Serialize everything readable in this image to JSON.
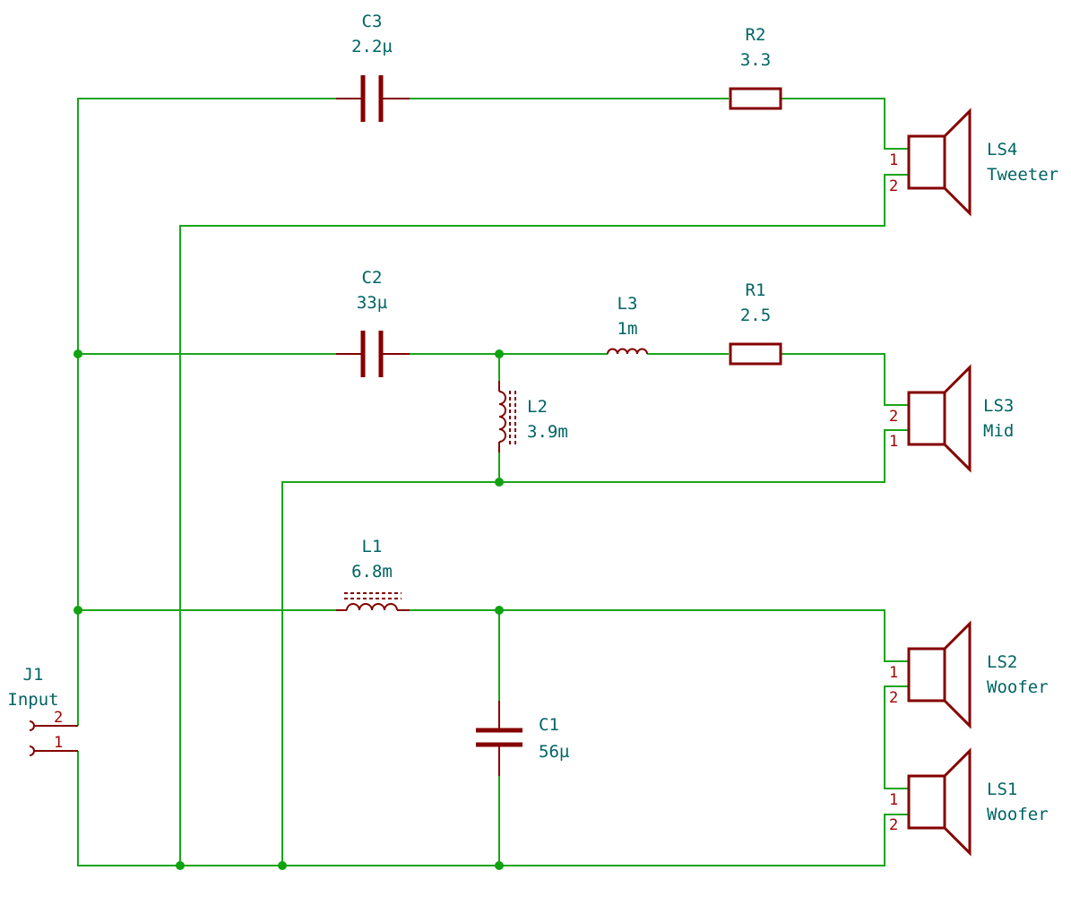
{
  "components": {
    "C3": {
      "ref": "C3",
      "value": "2.2µ"
    },
    "R2": {
      "ref": "R2",
      "value": "3.3"
    },
    "C2": {
      "ref": "C2",
      "value": "33µ"
    },
    "L3": {
      "ref": "L3",
      "value": "1m"
    },
    "R1": {
      "ref": "R1",
      "value": "2.5"
    },
    "L2": {
      "ref": "L2",
      "value": "3.9m"
    },
    "L1": {
      "ref": "L1",
      "value": "6.8m"
    },
    "C1": {
      "ref": "C1",
      "value": "56µ"
    },
    "J1": {
      "ref": "J1",
      "value": "Input"
    },
    "LS4": {
      "ref": "LS4",
      "value": "Tweeter"
    },
    "LS3": {
      "ref": "LS3",
      "value": "Mid"
    },
    "LS2": {
      "ref": "LS2",
      "value": "Woofer"
    },
    "LS1": {
      "ref": "LS1",
      "value": "Woofer"
    }
  },
  "pins": {
    "one": "1",
    "two": "2"
  },
  "colors": {
    "wire": "#1aa51a",
    "symbol": "#840000",
    "label": "#006464",
    "pin_number": "#a00000",
    "junction": "#0fa30f"
  }
}
